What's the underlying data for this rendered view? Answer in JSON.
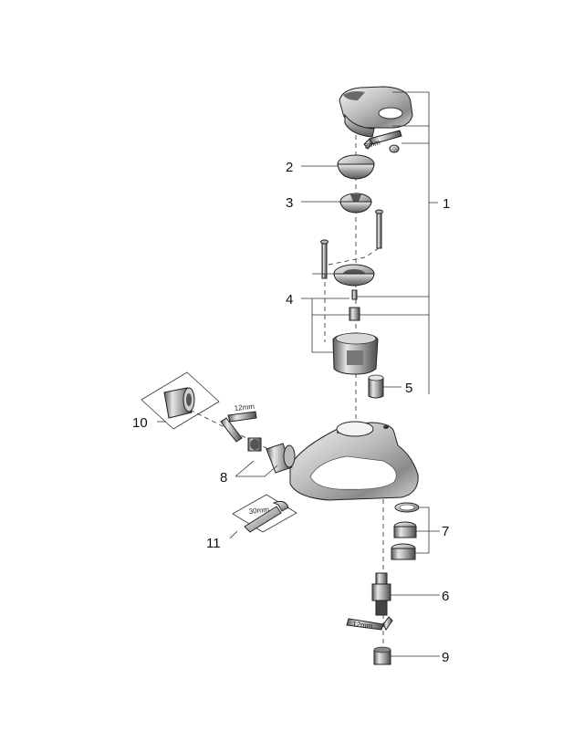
{
  "labels": {
    "l1": "1",
    "l2": "2",
    "l3": "3",
    "l4": "4",
    "l5": "5",
    "l6": "6",
    "l7": "7",
    "l8": "8",
    "l9": "9",
    "l10": "10",
    "l11": "11"
  },
  "tool_labels": {
    "hex_key_small": "3mm",
    "hex_key_side": "12mm",
    "wrench": "30mm",
    "hex_key_bottom": "12mm"
  }
}
